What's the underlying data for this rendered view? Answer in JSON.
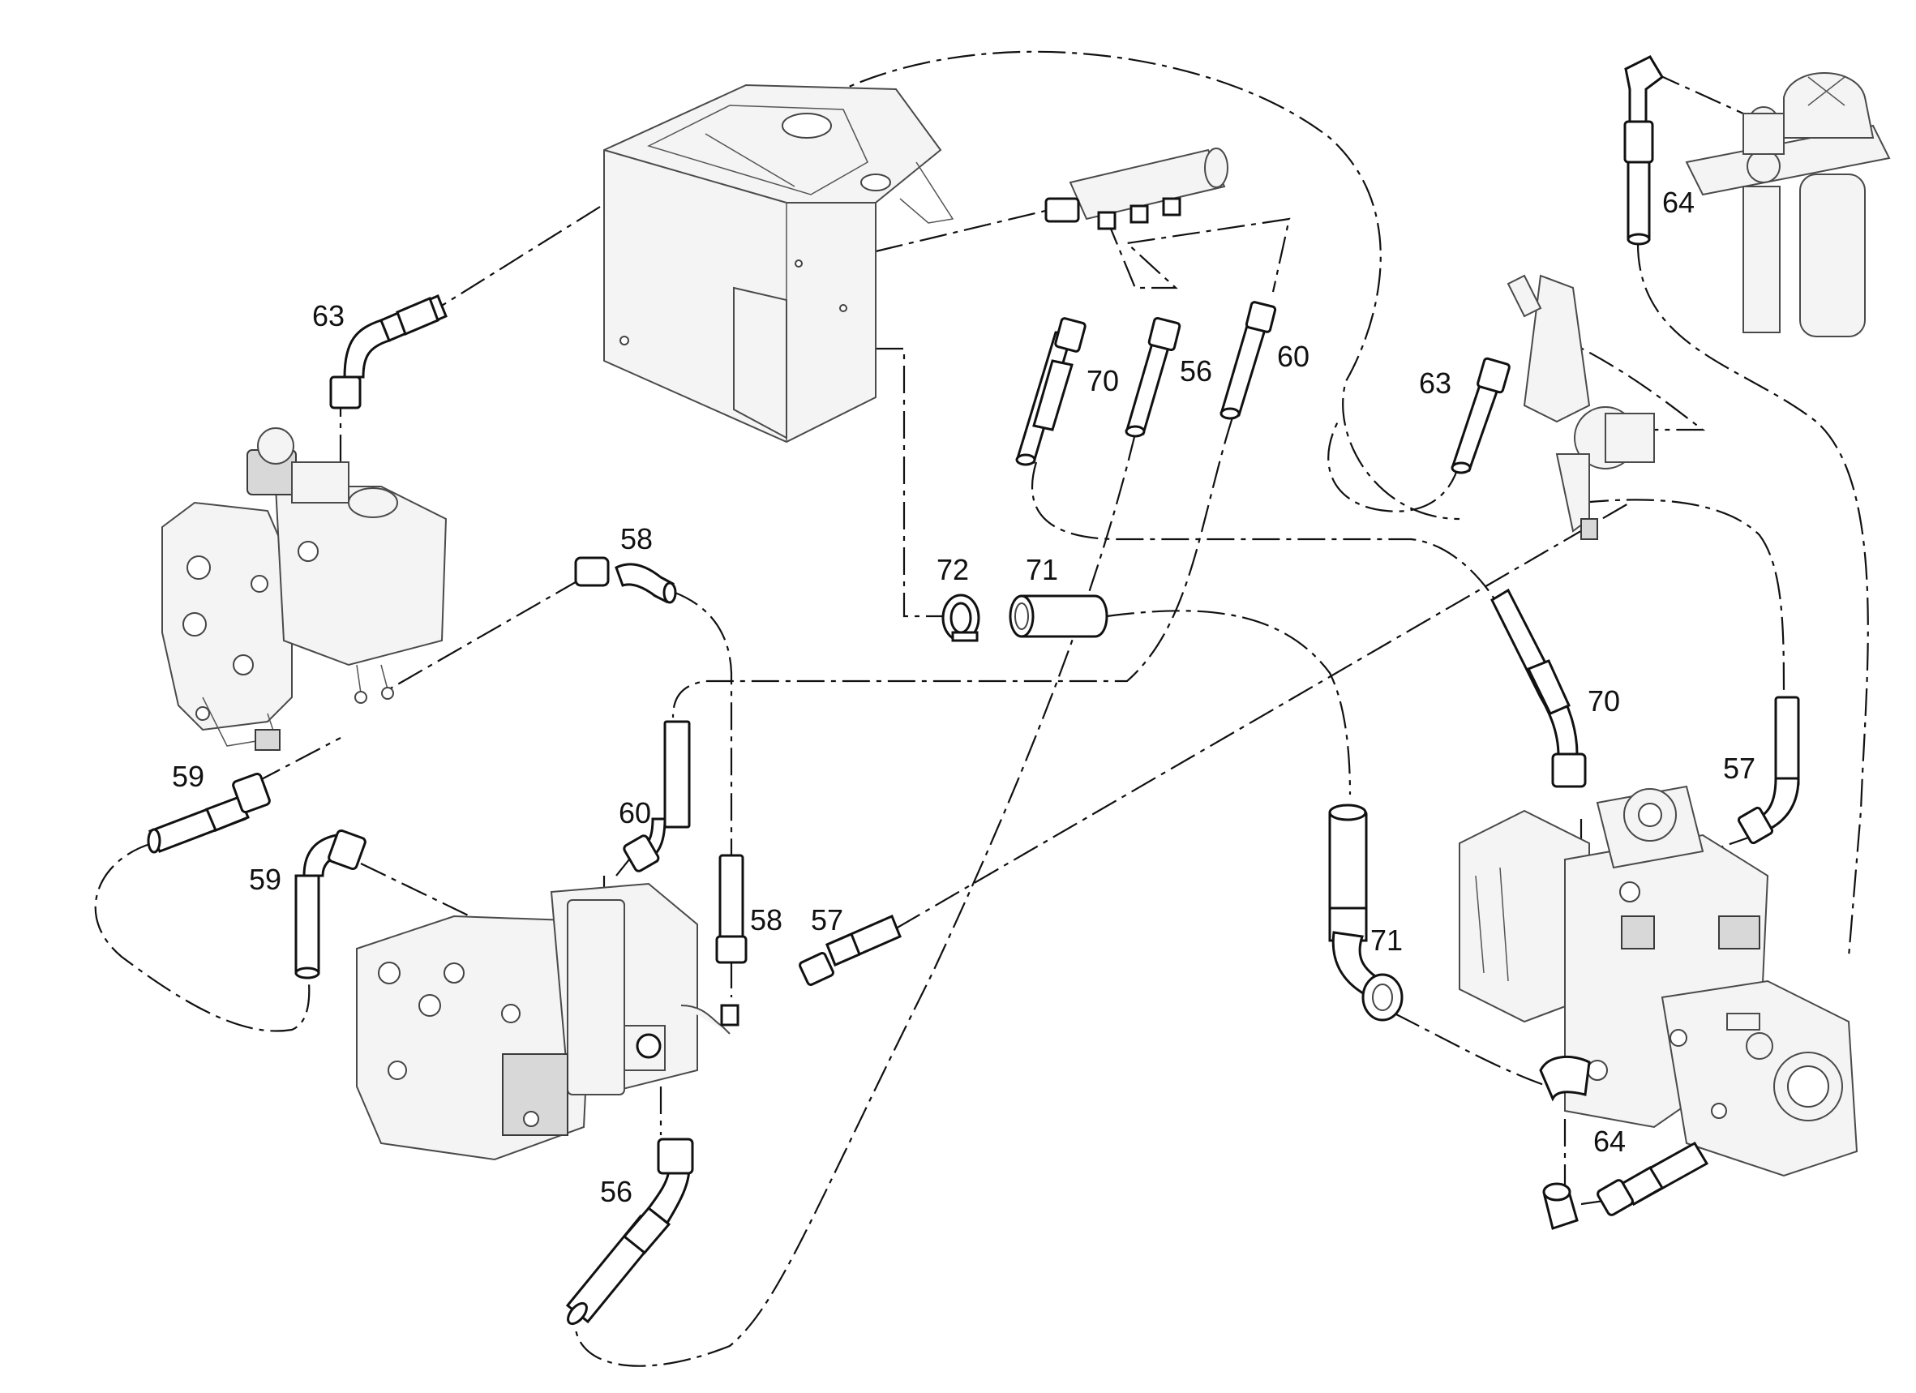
{
  "callouts": {
    "c63a": "63",
    "c70a": "70",
    "c56a": "56",
    "c60a": "60",
    "c63b": "63",
    "c64a": "64",
    "c58a": "58",
    "c72": "72",
    "c71a": "71",
    "c70b": "70",
    "c59a": "59",
    "c60b": "60",
    "c57a": "57",
    "c59b": "59",
    "c58b": "58",
    "c57b": "57",
    "c71b": "71",
    "c56b": "56",
    "c64b": "64"
  },
  "colors": {
    "line": "#111111",
    "component_fill": "#f4f4f4",
    "component_stroke": "#4a4a4a"
  }
}
